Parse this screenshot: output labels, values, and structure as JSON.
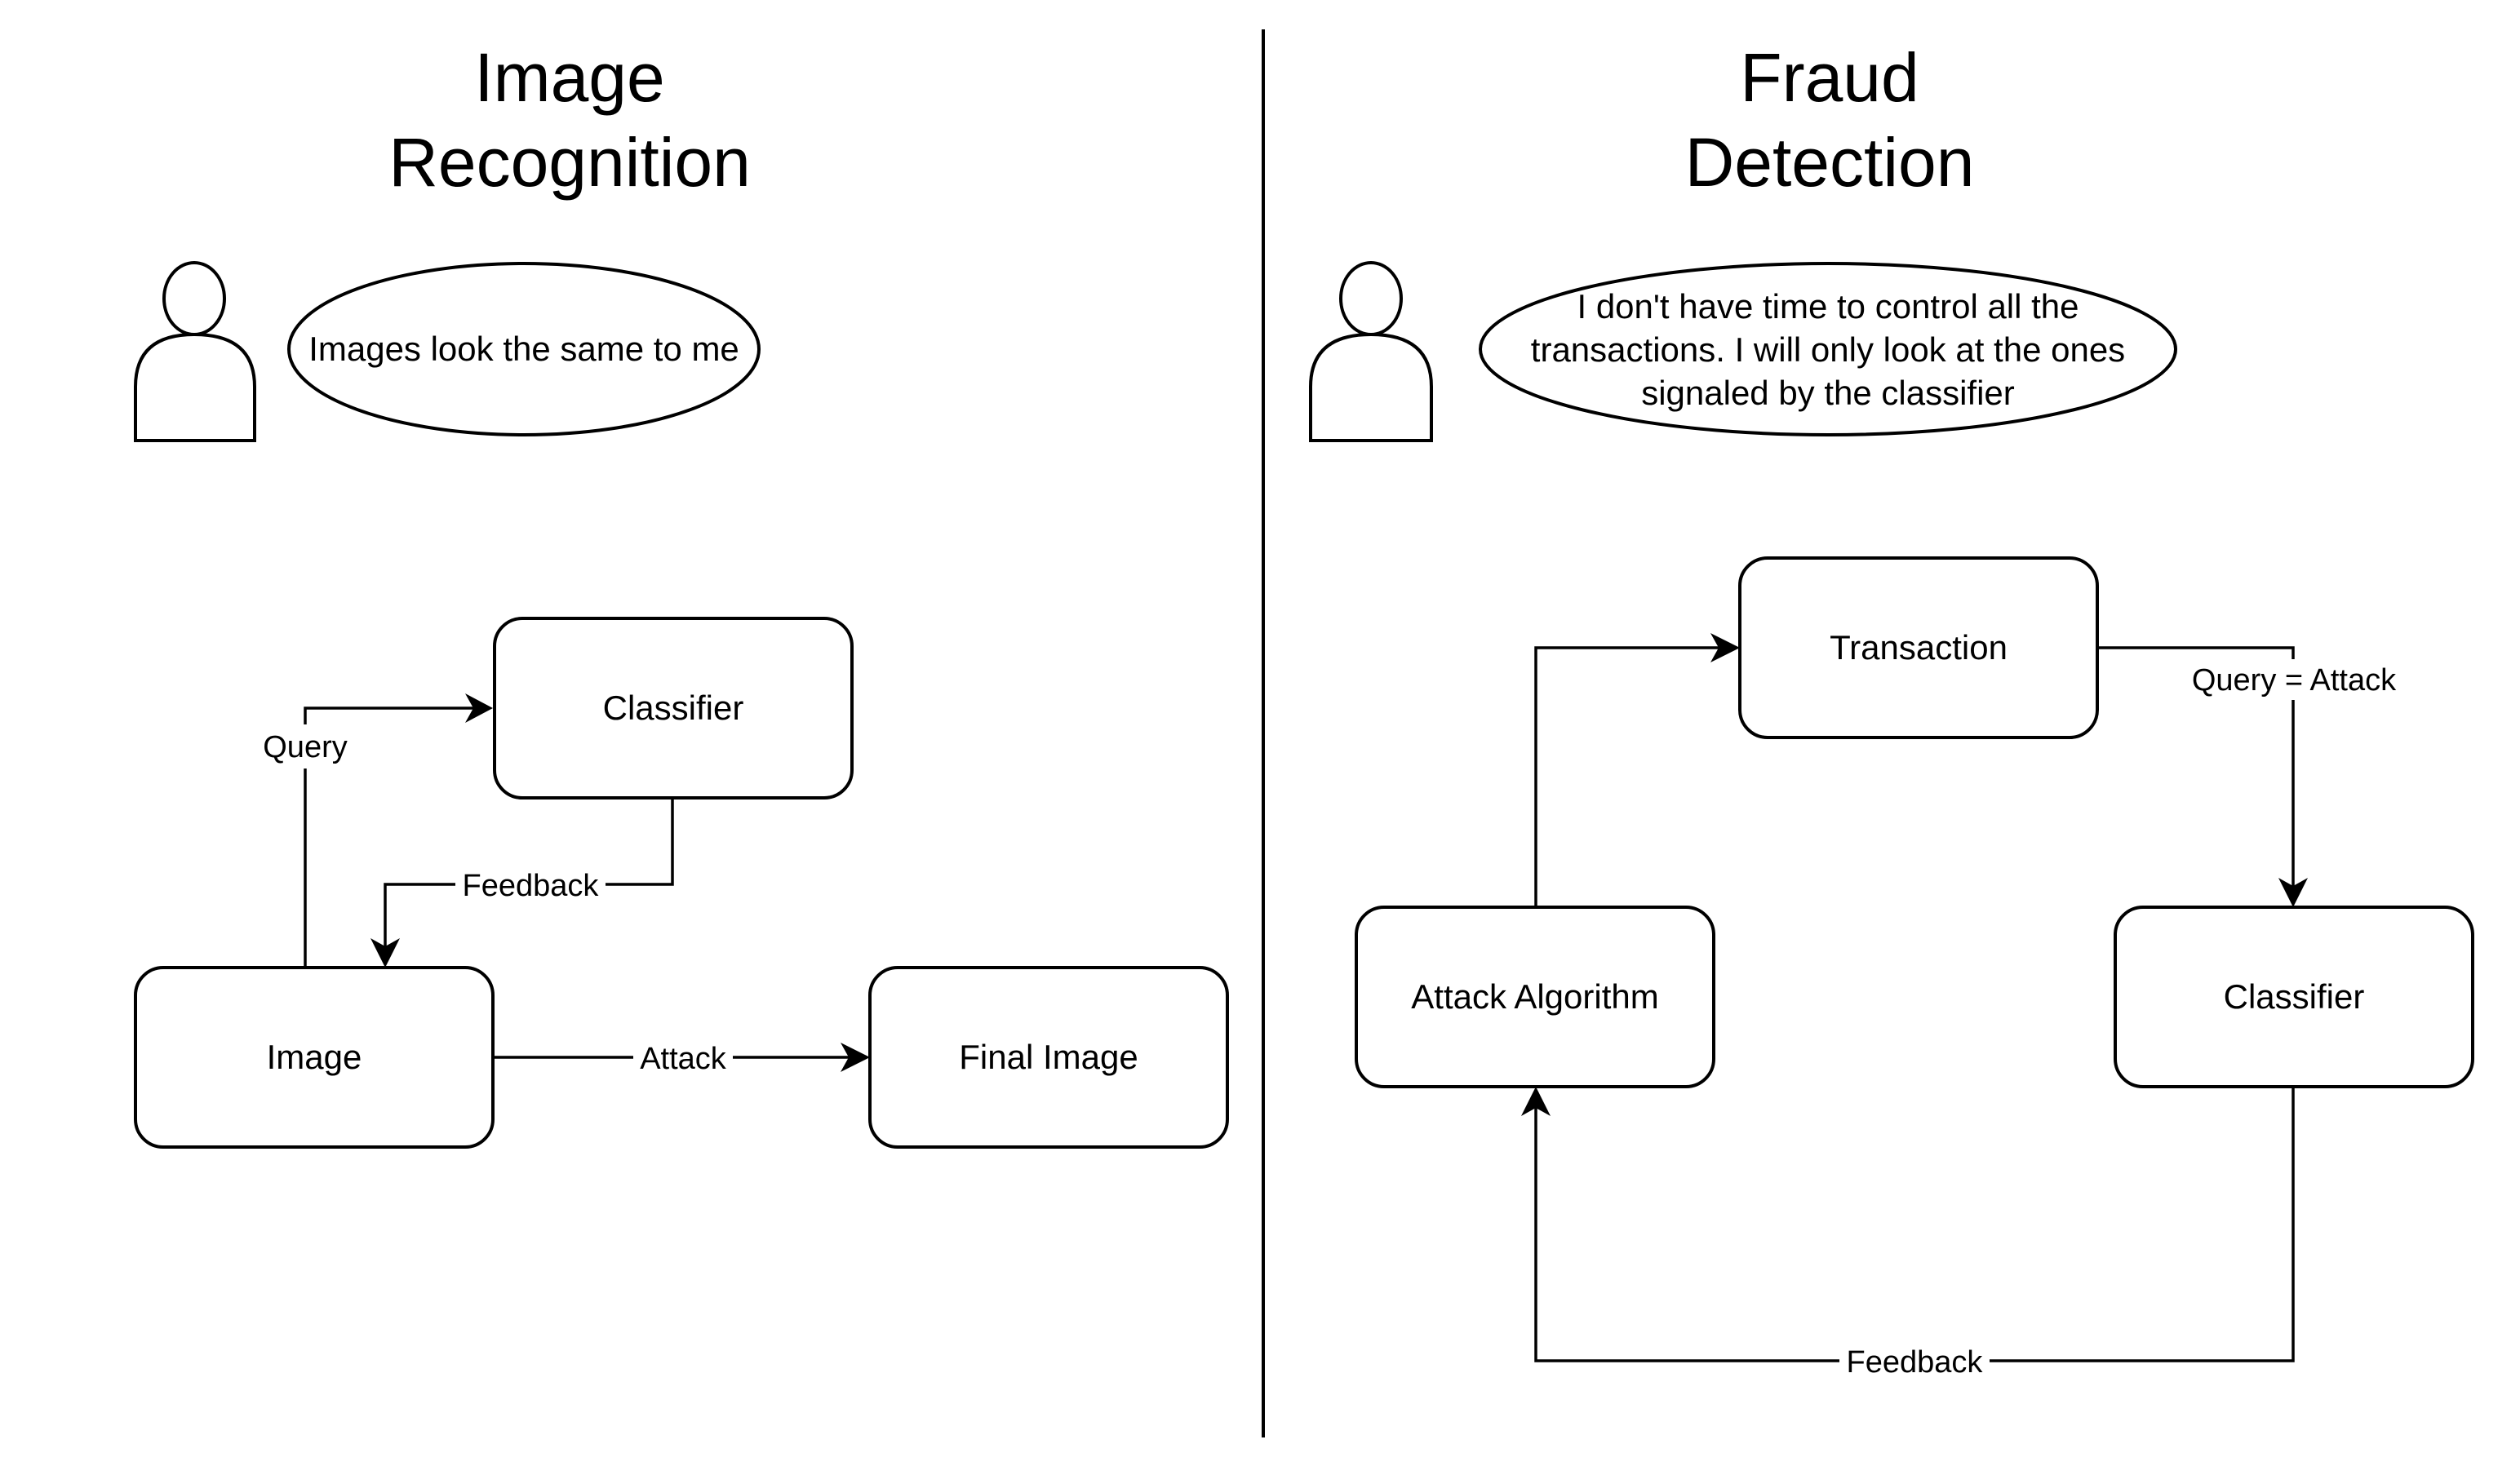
{
  "left": {
    "title_line1": "Image",
    "title_line2": "Recognition",
    "speech": "Images look the same to me",
    "nodes": {
      "classifier": "Classifier",
      "image": "Image",
      "final_image": "Final Image"
    },
    "edges": {
      "query": "Query",
      "feedback": "Feedback",
      "attack": "Attack"
    }
  },
  "right": {
    "title_line1": "Fraud",
    "title_line2": "Detection",
    "speech_line1": "I don't have time to control all the",
    "speech_line2": "transactions. I will only look at the ones",
    "speech_line3": "signaled by the classifier",
    "nodes": {
      "transaction": "Transaction",
      "attack_algorithm": "Attack Algorithm",
      "classifier": "Classifier"
    },
    "edges": {
      "query_attack": "Query = Attack",
      "feedback": "Feedback"
    }
  }
}
